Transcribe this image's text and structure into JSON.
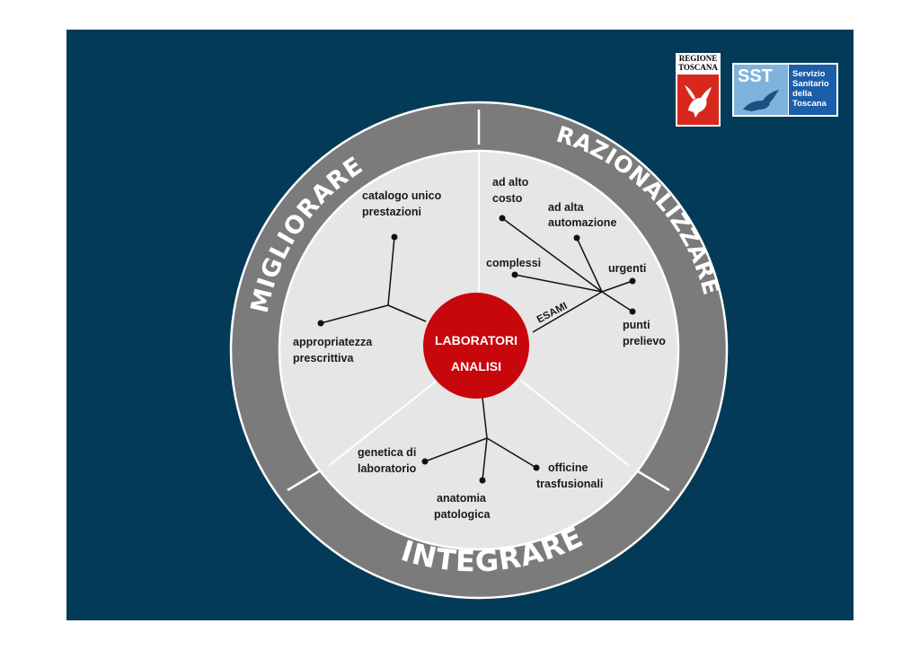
{
  "sectors": {
    "migliorare": "MIGLIORARE",
    "razionalizzare": "RAZIONALIZZARE",
    "integrare": "INTEGRARE"
  },
  "center": {
    "line1": "LABORATORI",
    "line2": "ANALISI"
  },
  "branches": {
    "catalogo": [
      "catalogo unico",
      "prestazioni"
    ],
    "appropriatezza": [
      "appropriatezza",
      "prescrittiva"
    ],
    "esami": "ESAMI",
    "alto_costo": [
      "ad alto",
      "costo"
    ],
    "alta_automazione": [
      "ad alta",
      "automazione"
    ],
    "complessi": "complessi",
    "urgenti": "urgenti",
    "punti_prelievo": [
      "punti",
      "prelievo"
    ],
    "genetica": [
      "genetica di",
      "laboratorio"
    ],
    "anatomia": [
      "anatomia",
      "patologica"
    ],
    "officine": [
      "officine",
      "trasfusionali"
    ]
  },
  "logos": {
    "regione": [
      "REGIONE",
      "TOSCANA"
    ],
    "sst_mark": "SST",
    "sst_text": [
      "Servizio",
      "Sanitario",
      "della",
      "Toscana"
    ]
  },
  "colors": {
    "background": "#033a57",
    "ring": "#7b7b7b",
    "inner": "#e6e6e6",
    "center": "#c8070d"
  }
}
